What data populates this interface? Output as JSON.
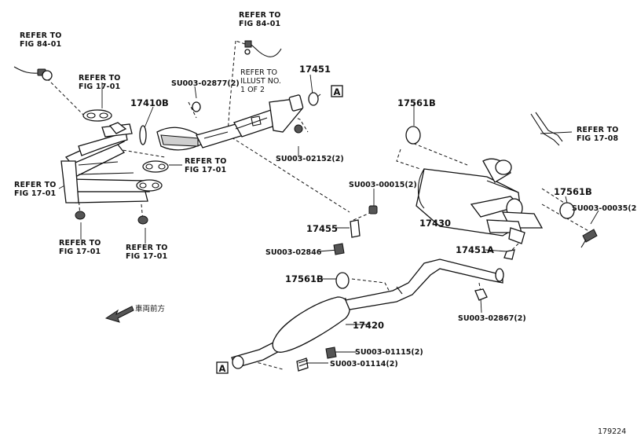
{
  "labels": {
    "ref_84_01_left": [
      "REFER TO",
      "FIG 84-01"
    ],
    "ref_84_01_top": [
      "REFER TO",
      "FIG 84-01"
    ],
    "ref_17_01_a": [
      "REFER TO",
      "FIG 17-01"
    ],
    "ref_17_01_b": [
      "REFER TO",
      "FIG 17-01"
    ],
    "ref_17_01_c": [
      "REFER TO",
      "FIG 17-01"
    ],
    "ref_17_01_d": [
      "REFER TO",
      "FIG 17-01"
    ],
    "ref_17_01_e": [
      "REFER TO",
      "FIG 17-01"
    ],
    "ref_17_08": [
      "REFER TO",
      "FIG 17-08"
    ],
    "refer_illust": [
      "REFER TO",
      "ILLUST NO.",
      "1 OF 2"
    ],
    "p17410B": "17410B",
    "p17451": "17451",
    "p17561B_top": "17561B",
    "p17561B_right": "17561B",
    "p17561B_mid": "17561B",
    "p17430": "17430",
    "p17455": "17455",
    "p17451A": "17451A",
    "p17420": "17420",
    "su_02877": "SU003-02877(2)",
    "su_02152": "SU003-02152(2)",
    "su_00015": "SU003-00015(2)",
    "su_02846": "SU003-02846",
    "su_00035": "SU003-00035(2)",
    "su_02867": "SU003-02867(2)",
    "su_01115": "SU003-01115(2)",
    "su_01114": "SU003-01114(2)",
    "connector_a_top": "A",
    "connector_a_bottom": "A",
    "front_label": "車両前方",
    "figure_id": "179224"
  }
}
